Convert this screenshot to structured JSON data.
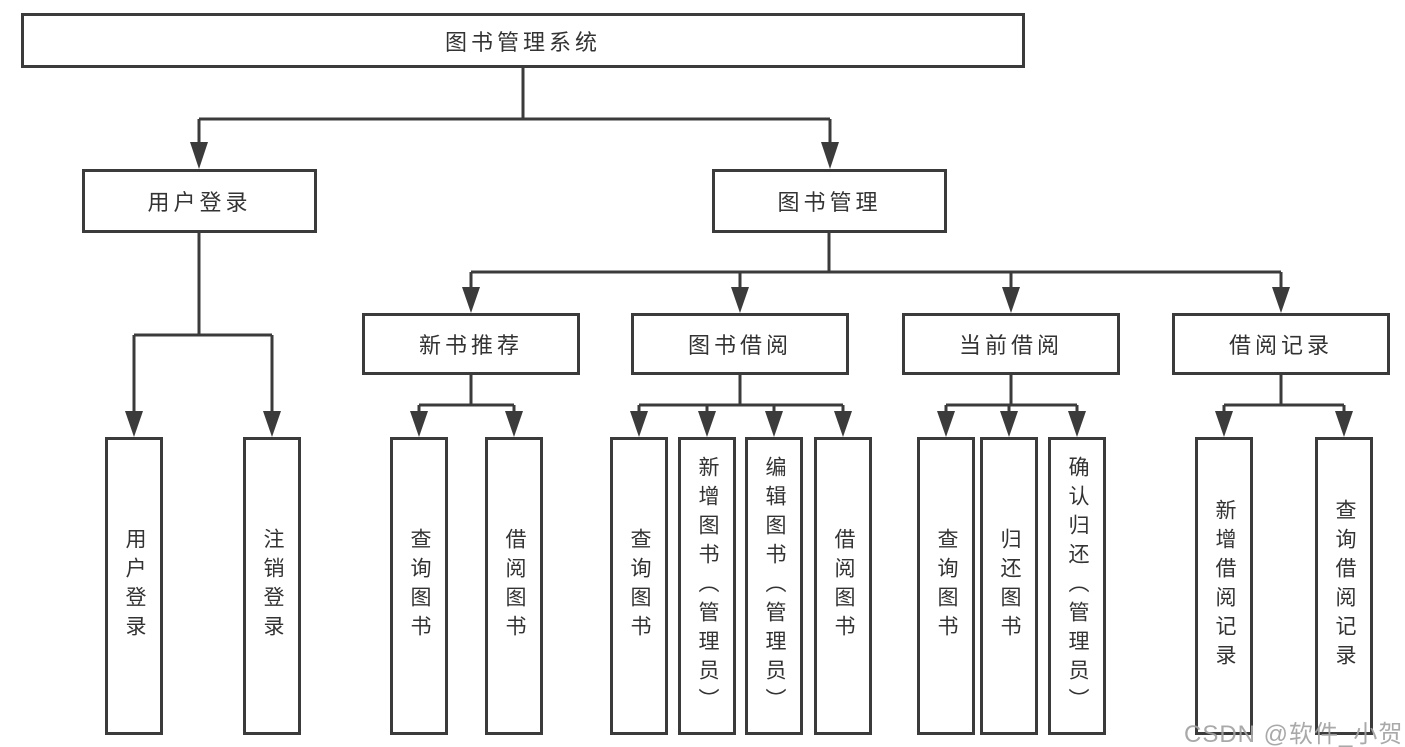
{
  "diagram_type": "hierarchy-tree",
  "colors": {
    "line": "#3b3b3b",
    "box_border": "#3b3b3b",
    "box_fill": "#ffffff",
    "text": "#333333",
    "background": "#ffffff",
    "watermark": "#a2a2a2"
  },
  "tree": {
    "label": "图书管理系统",
    "children": [
      {
        "label": "用户登录",
        "children": [
          {
            "label": "用户登录"
          },
          {
            "label": "注销登录"
          }
        ]
      },
      {
        "label": "图书管理",
        "children": [
          {
            "label": "新书推荐",
            "children": [
              {
                "label": "查询图书"
              },
              {
                "label": "借阅图书"
              }
            ]
          },
          {
            "label": "图书借阅",
            "children": [
              {
                "label": "查询图书"
              },
              {
                "label": "新增图书（管理员）"
              },
              {
                "label": "编辑图书（管理员）"
              },
              {
                "label": "借阅图书"
              }
            ]
          },
          {
            "label": "当前借阅",
            "children": [
              {
                "label": "查询图书"
              },
              {
                "label": "归还图书"
              },
              {
                "label": "确认归还（管理员）"
              }
            ]
          },
          {
            "label": "借阅记录",
            "children": [
              {
                "label": "新增借阅记录"
              },
              {
                "label": "查询借阅记录"
              }
            ]
          }
        ]
      }
    ]
  },
  "watermark": {
    "text": "CSDN @软件_小贺同学"
  }
}
